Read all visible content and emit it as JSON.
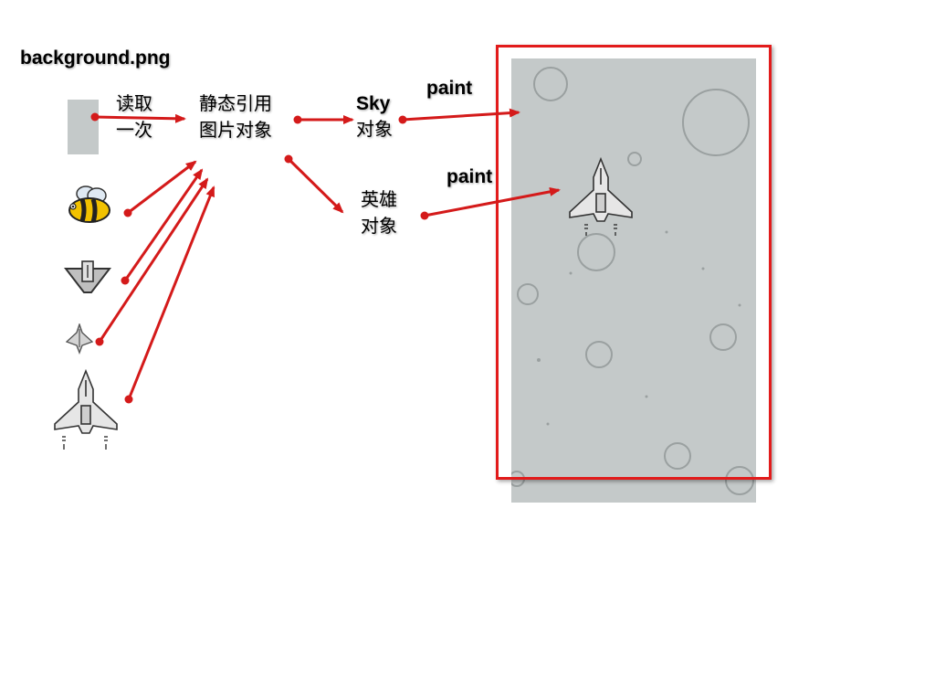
{
  "source": {
    "filename": "background.png",
    "read_label_line1": "读取",
    "read_label_line2": "一次"
  },
  "static_ref": {
    "line1": "静态引用",
    "line2": "图片对象"
  },
  "sky_object": {
    "line1": "Sky",
    "line2": "对象",
    "paint_label": "paint"
  },
  "hero_object": {
    "line1": "英雄",
    "line2": "对象",
    "paint_label": "paint"
  },
  "colors": {
    "arrow": "#d41a1a",
    "frame": "#e21b1b",
    "sky": "#c4c9c9"
  },
  "icons": [
    "background-thumbnail",
    "bee-icon",
    "airplane-icon",
    "small-plane-icon",
    "hero-plane-icon"
  ]
}
